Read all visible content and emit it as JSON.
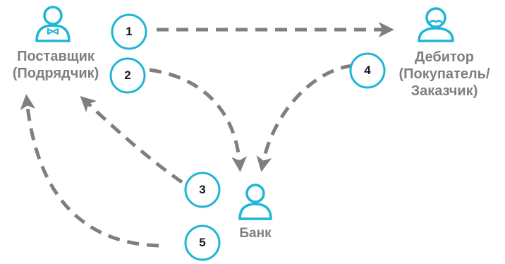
{
  "diagram": {
    "supplier": {
      "line1": "Поставщик",
      "line2": "(Подрядчик)"
    },
    "debtor": {
      "line1": "Дебитор",
      "line2": "(Покупатель/",
      "line3": "Заказчик)"
    },
    "bank": {
      "label": "Банк"
    },
    "steps": [
      "1",
      "2",
      "3",
      "4",
      "5"
    ]
  },
  "colors": {
    "accent": "#1fb5d6",
    "arrow": "#7f7f7f",
    "text": "#7f7f7f"
  },
  "icons": {
    "supplier": "person-bowtie-icon",
    "debtor": "person-mustache-icon",
    "bank": "person-icon"
  }
}
